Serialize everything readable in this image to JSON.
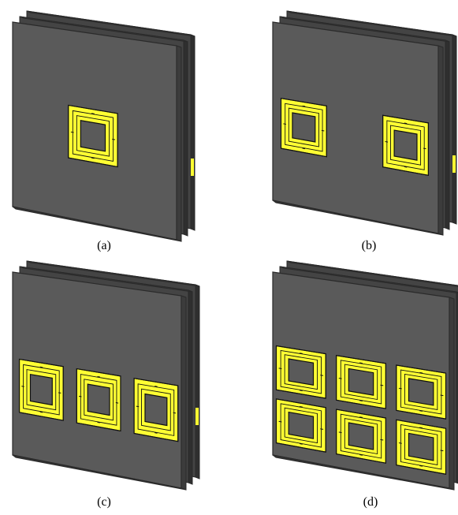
{
  "figure": {
    "panels": [
      {
        "id": "a",
        "caption": "(a)",
        "element_rows": 1,
        "element_cols": 1
      },
      {
        "id": "b",
        "caption": "(b)",
        "element_rows": 1,
        "element_cols": 2
      },
      {
        "id": "c",
        "caption": "(c)",
        "element_rows": 1,
        "element_cols": 3
      },
      {
        "id": "d",
        "caption": "(d)",
        "element_rows": 2,
        "element_cols": 3
      }
    ],
    "colors": {
      "board_face": "#5a5a5a",
      "board_back": "#444444",
      "board_edge": "#2a2a2a",
      "element": "#ffff33",
      "element_stroke": "#111111"
    }
  }
}
